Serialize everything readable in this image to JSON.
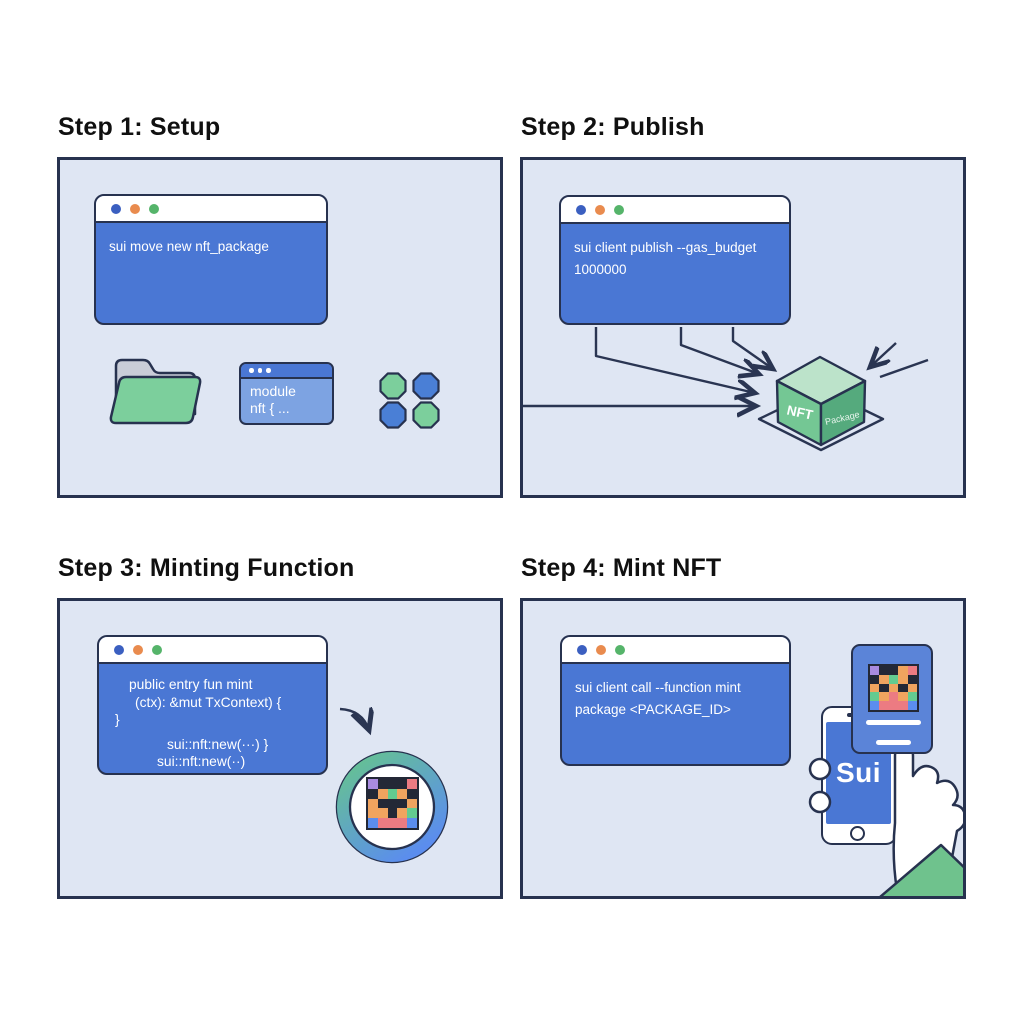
{
  "palette": {
    "navy_outline": "#27324f",
    "panel_bg": "#dfe6f3",
    "terminal_blue": "#4a77d4",
    "module_body_blue": "#7da3e2",
    "dot_blue": "#3b5fc0",
    "dot_orange": "#e98b4e",
    "dot_green": "#55b46a",
    "folder_green": "#7ccf9c",
    "folder_gray": "#c9cdd8",
    "octagon_green": "#7ccf9c",
    "octagon_blue": "#4a7fd6",
    "cube_top": "#bce3ca",
    "cube_left": "#74c794",
    "cube_right": "#55aa7d",
    "ring_green": "#66c48e",
    "ring_blue": "#5b8dee",
    "card_blue": "#5b84d8",
    "sleeve_green": "#6fc28d"
  },
  "pixel_palette": {
    "dark": "#232836",
    "purple": "#a98bdf",
    "red": "#ec7b82",
    "orange": "#f0a45f",
    "green": "#63cb90",
    "blue": "#5b8dee"
  },
  "pixel_art": {
    "circle_nft": [
      [
        "purple",
        "dark",
        "dark",
        "dark",
        "red"
      ],
      [
        "dark",
        "orange",
        "green",
        "orange",
        "dark"
      ],
      [
        "orange",
        "dark",
        "dark",
        "dark",
        "orange"
      ],
      [
        "orange",
        "orange",
        "dark",
        "orange",
        "green"
      ],
      [
        "blue",
        "red",
        "red",
        "red",
        "blue"
      ]
    ],
    "card_nft": [
      [
        "purple",
        "dark",
        "dark",
        "orange",
        "red"
      ],
      [
        "dark",
        "orange",
        "green",
        "orange",
        "dark"
      ],
      [
        "orange",
        "dark",
        "orange",
        "dark",
        "orange"
      ],
      [
        "green",
        "orange",
        "red",
        "orange",
        "green"
      ],
      [
        "blue",
        "red",
        "red",
        "red",
        "blue"
      ]
    ]
  },
  "panels": [
    {
      "title": "Step 1: Setup",
      "terminal": {
        "lines": [
          "sui move new nft_package"
        ]
      },
      "module_window": {
        "line1": "module",
        "line2": "nft { ..."
      }
    },
    {
      "title": "Step 2: Publish",
      "terminal": {
        "lines": [
          "sui client publish --gas_budget",
          "1000000"
        ]
      },
      "cube": {
        "left_label": "NFT",
        "right_label": "Package"
      }
    },
    {
      "title": "Step 3: Minting Function",
      "terminal": {
        "lines": [
          "public entry fun mint",
          "(ctx): &mut TxContext) {",
          "}",
          "sui::nft:new(···)  }",
          "sui::nft:new(··)"
        ]
      }
    },
    {
      "title": "Step 4: Mint NFT",
      "terminal": {
        "lines": [
          "sui client call --function mint",
          "package <PACKAGE_ID>"
        ]
      },
      "phone": {
        "brand": "Sui"
      }
    }
  ]
}
